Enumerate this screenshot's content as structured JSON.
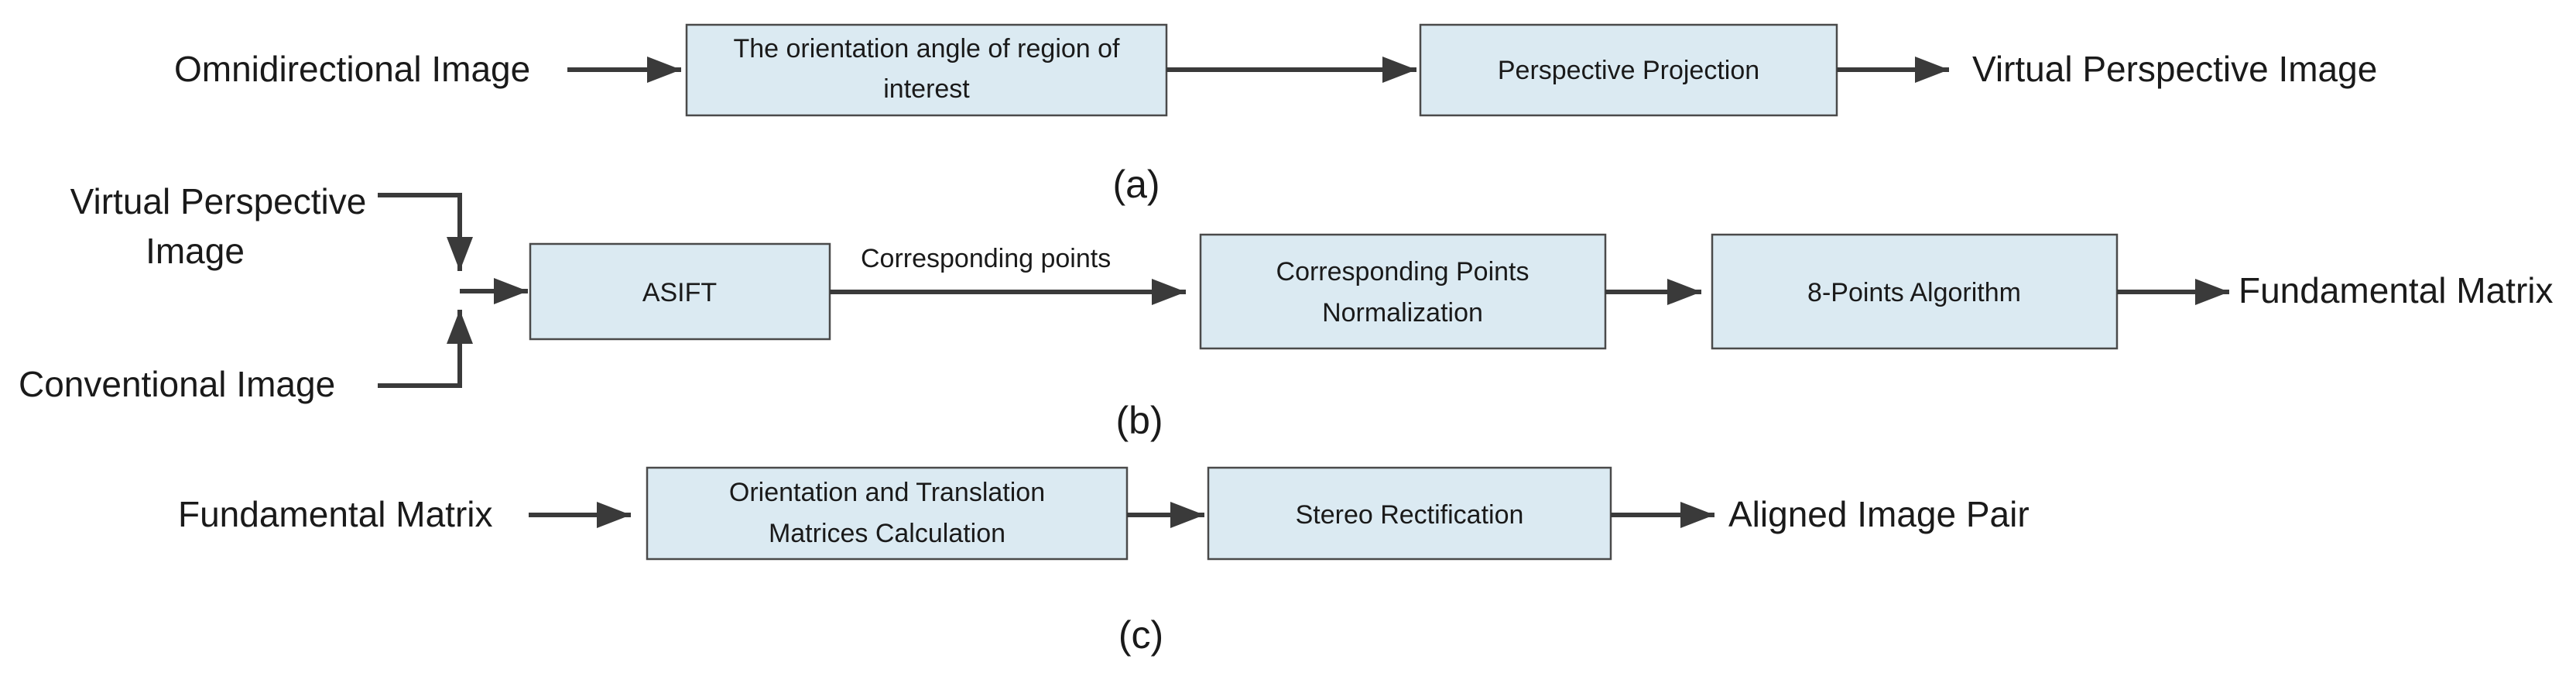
{
  "diagram": {
    "section_a": {
      "caption": "(a)",
      "input_label": "Omnidirectional Image",
      "box1": [
        "The orientation angle of region of",
        "interest"
      ],
      "box2": "Perspective Projection",
      "output_label": "Virtual Perspective Image"
    },
    "section_b": {
      "caption": "(b)",
      "input_label_1": [
        "Virtual Perspective",
        "Image"
      ],
      "input_label_2": "Conventional Image",
      "box1": "ASIFT",
      "edge_label": "Corresponding points",
      "box2": [
        "Corresponding Points",
        "Normalization"
      ],
      "box3": "8-Points Algorithm",
      "output_label": "Fundamental Matrix"
    },
    "section_c": {
      "caption": "(c)",
      "input_label": "Fundamental Matrix",
      "box1": [
        "Orientation and Translation",
        "Matrices Calculation"
      ],
      "box2": "Stereo Rectification",
      "output_label": "Aligned Image Pair"
    }
  },
  "colors": {
    "box_fill": "#dbeaf2",
    "box_stroke": "#4a4a4a",
    "line": "#3a3a3a",
    "text": "#1a1a1a"
  }
}
